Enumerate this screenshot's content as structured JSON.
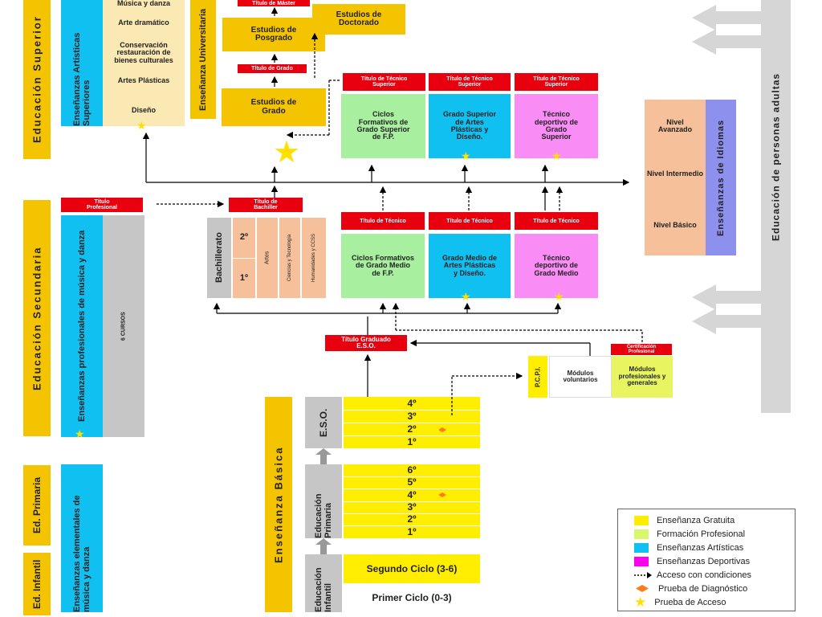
{
  "side": {
    "superior": "Educación Superior",
    "secundaria": "Educación Secundaria",
    "primaria": "Ed. Primaria",
    "infantil": "Ed. Infantil",
    "adultas": "Educación de personas adultas",
    "idiomas": "Enseñanzas de Idiomas",
    "basica": "Enseñanza Básica"
  },
  "artisticas_superiores": {
    "label": "Enseñanzas Artísticas Superiores",
    "items": [
      "Música y danza",
      "Arte dramático",
      "Conservación restauración de bienes culturales",
      "Artes Plásticas",
      "Diseño"
    ]
  },
  "universitaria": "Enseñanza Universitaria",
  "universidad": {
    "master_title": "Título de Máster",
    "posgrado": "Estudios de Posgrado",
    "doctorado": "Estudios de Doctorado",
    "grado_title": "Título de Grado",
    "grado": "Estudios de Grado"
  },
  "tecnico_superior": [
    {
      "title": "Título de Técnico Superior",
      "label": "Ciclos Formativos de Grado Superior de F.P.",
      "color": "#a8f0a0"
    },
    {
      "title": "Título de Técnico Superior",
      "label": "Grado Superior de Artes Plásticas y Diseño.",
      "color": "#10c0f0"
    },
    {
      "title": "Título de Técnico Superior",
      "label": "Técnico deportivo de Grado Superior",
      "color": "#f98cf5"
    }
  ],
  "tecnico": [
    {
      "title": "Título de Técnico",
      "label": "Ciclos Formativos de Grado Medio de F.P.",
      "color": "#a8f0a0"
    },
    {
      "title": "Título de Técnico",
      "label": "Grado Medio de Artes Plásticas y Diseño.",
      "color": "#10c0f0"
    },
    {
      "title": "Título de Técnico",
      "label": "Técnico deportivo de Grado Medio",
      "color": "#f98cf5"
    }
  ],
  "idiomas_niveles": [
    "Nivel Avanzado",
    "Nivel Intermedio",
    "Nivel Básico"
  ],
  "profesional": {
    "title": "Título Profesional",
    "label": "Enseñanzas profesionales de música y danza",
    "cursos": "6 CURSOS"
  },
  "bachiller": {
    "title": "Título de Bachiller",
    "label": "Bachillerato",
    "y2": "2º",
    "y1": "1º",
    "modalidades": [
      "Artes",
      "Ciencias y Tecnología",
      "Humanidades y CCSS"
    ]
  },
  "eso_title": "Título Graduado E.S.O.",
  "pcpi": {
    "cert": "Certificación Profesional",
    "label": "P.C.P.I.",
    "voluntarios": "Módulos voluntarios",
    "generales": "Módulos profesionales y generales"
  },
  "eso": {
    "label": "E.S.O.",
    "cursos": [
      "4º",
      "3º",
      "2º",
      "1º"
    ]
  },
  "primaria": {
    "label": "Educación Primaria",
    "cursos": [
      "6º",
      "5º",
      "4º",
      "3º",
      "2º",
      "1º"
    ]
  },
  "infantil": {
    "label": "Educación Infantil",
    "segundo": "Segundo Ciclo (3-6)",
    "primero": "Primer Ciclo (0-3)"
  },
  "elementales": "Enseñanzas elementales de música y danza",
  "legend": [
    {
      "label": "Enseñanza Gratuita",
      "color": "#ffee00",
      "kind": "swatch"
    },
    {
      "label": "Formación Profesional",
      "color": "#d8f76a",
      "kind": "swatch"
    },
    {
      "label": "Enseñanzas Artísticas",
      "color": "#10c0f0",
      "kind": "swatch"
    },
    {
      "label": "Enseñanzas Deportivas",
      "color": "#ff00ee",
      "kind": "swatch"
    },
    {
      "label": "Acceso con condiciones",
      "kind": "arrow"
    },
    {
      "label": "Prueba de Diagnóstico",
      "kind": "diamond"
    },
    {
      "label": "Prueba de Acceso",
      "kind": "star"
    }
  ]
}
